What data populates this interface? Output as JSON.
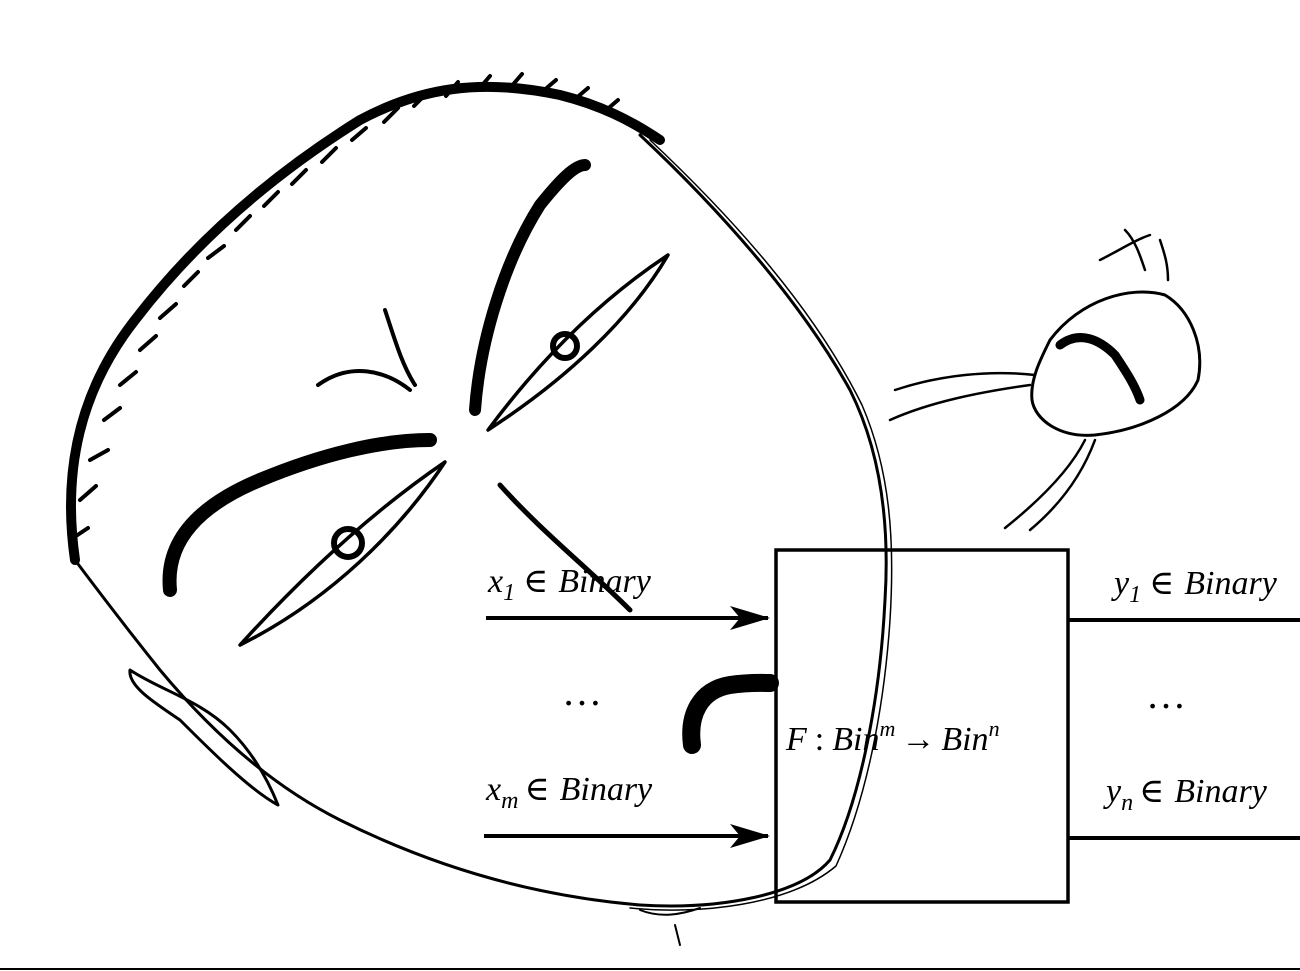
{
  "diagram": {
    "inputs": {
      "first": {
        "var": "x",
        "sub": "1",
        "rel": "∈",
        "set": "Binary"
      },
      "last": {
        "var": "x",
        "sub": "m",
        "rel": "∈",
        "set": "Binary"
      },
      "ellipsis": "…"
    },
    "outputs": {
      "first": {
        "var": "y",
        "sub": "1",
        "rel": "∈",
        "set": "Binary"
      },
      "last": {
        "var": "y",
        "sub": "n",
        "rel": "∈",
        "set": "Binary"
      },
      "ellipsis": "…"
    },
    "function": {
      "name": "F",
      "colon": ":",
      "domain": "Bin",
      "domain_exp": "m",
      "arrow": "→",
      "codomain": "Bin",
      "codomain_exp": "n"
    }
  },
  "colors": {
    "ink": "#000000",
    "paper": "#ffffff"
  },
  "icons": [
    "large-sketched-face",
    "small-sketched-figure",
    "arrow-icon"
  ]
}
